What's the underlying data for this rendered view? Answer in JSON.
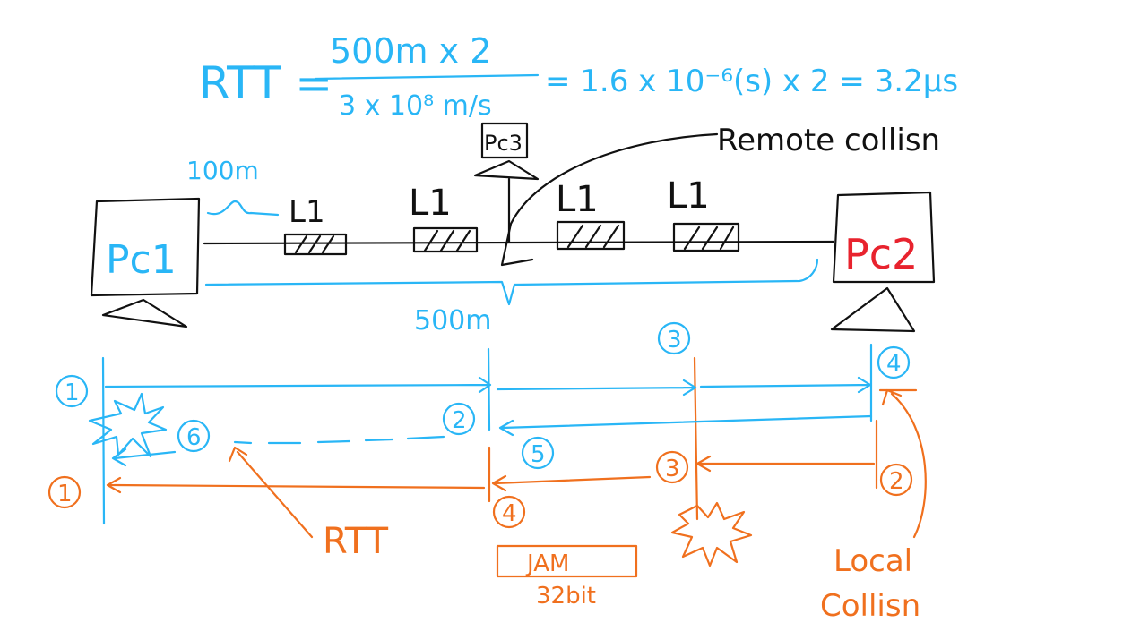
{
  "formula": {
    "lhs": "RTT =",
    "numerator": "500m x 2",
    "denominator": "3 x 10⁸ m/s",
    "result": "= 1.6 x 10⁻⁶(s) x 2 = 3.2μs"
  },
  "network": {
    "pc1_label": "Pc1",
    "pc2_label": "Pc2",
    "pc3_label": "Pc3",
    "segment_length": "100m",
    "total_length": "500m",
    "repeaters": [
      "L1",
      "L1",
      "L1",
      "L1"
    ],
    "remote_collision": "Remote collisn"
  },
  "timeline": {
    "blue_markers": [
      "1",
      "2",
      "3",
      "4",
      "5",
      "6"
    ],
    "orange_markers": [
      "1",
      "2",
      "3",
      "4"
    ],
    "rtt_label": "RTT",
    "jam_label": "JAM",
    "jam_size": "32bit",
    "local_collision_line1": "Local",
    "local_collision_line2": "Collisn"
  },
  "colors": {
    "blue": "#29b6f6",
    "orange": "#f0701e",
    "black": "#111111",
    "navy": "#1a4a9e",
    "red": "#e8232e"
  }
}
